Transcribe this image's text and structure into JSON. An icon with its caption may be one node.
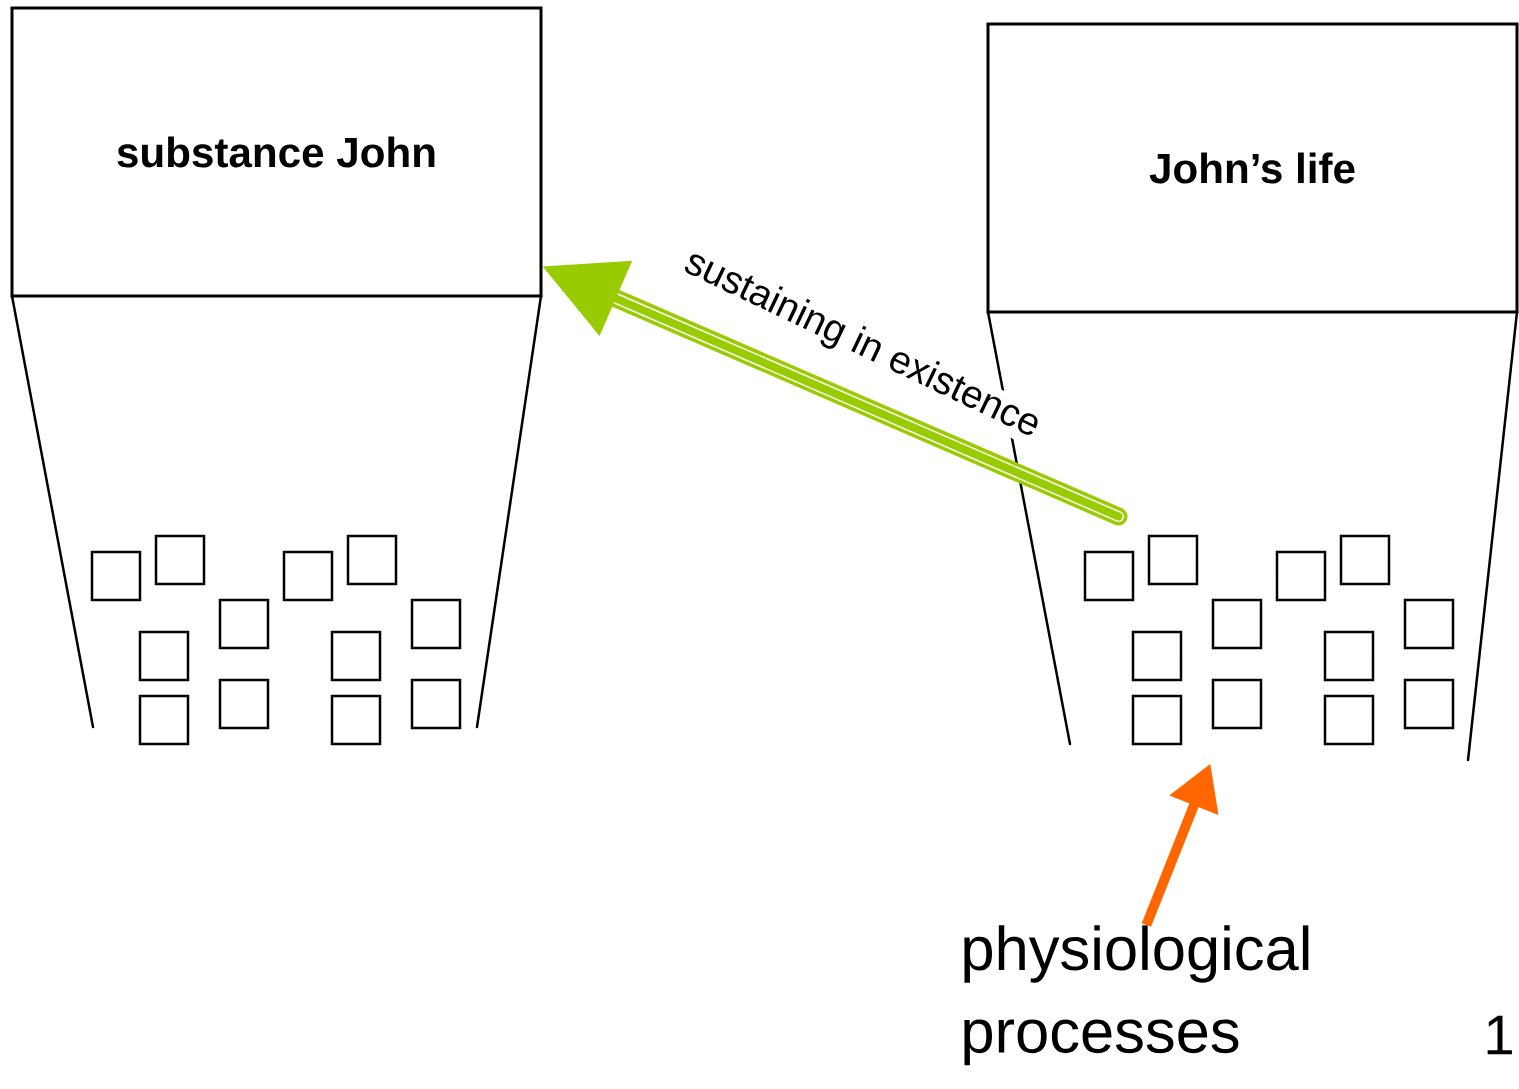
{
  "diagram": {
    "nodes": [
      {
        "text": [
          "substance John"
        ]
      },
      {
        "text": [
          "John’s life"
        ]
      },
      {
        "text": [
          "physiological processes"
        ]
      }
    ],
    "edges": [
      {
        "from": 1,
        "to": 0,
        "arrow": "to",
        "label": "sustaining in existence",
        "style": "thick",
        "color": "#99cc00"
      },
      {
        "from": 2,
        "to": 1,
        "arrow": "to",
        "color": "#ff6600"
      }
    ],
    "labels": [
      "1"
    ]
  }
}
